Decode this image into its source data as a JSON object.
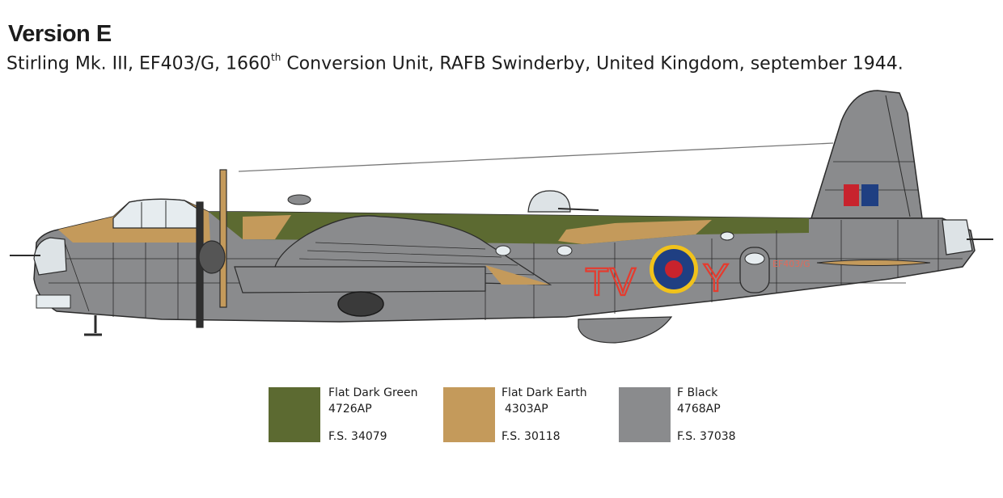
{
  "header": {
    "title": "Version E",
    "subtitle_pre": "Stirling Mk. III, EF403/G, 1660",
    "subtitle_sup": "th",
    "subtitle_post": " Conversion Unit, RAFB Swinderby, United Kingdom, september 1944."
  },
  "aircraft": {
    "code_letters": [
      "T",
      "V",
      "Y"
    ],
    "serial_marking": "EF403/G",
    "colors": {
      "grey": "#8a8b8d",
      "green": "#5c6a31",
      "earth": "#c49a5b",
      "code_red": "#e53b2e",
      "roundel_yellow": "#f1c21b",
      "roundel_blue": "#1f3f82",
      "roundel_red": "#c8232d"
    }
  },
  "legend": [
    {
      "name": "Flat Dark Green",
      "code": "4726AP",
      "fs": "F.S. 34079",
      "color": "#5c6a31"
    },
    {
      "name": "Flat Dark Earth",
      "code": "4303AP",
      "fs": "F.S. 30118",
      "color": "#c49a5b"
    },
    {
      "name": "F Black",
      "code": "4768AP",
      "fs": "F.S. 37038",
      "color": "#8a8b8d"
    }
  ]
}
